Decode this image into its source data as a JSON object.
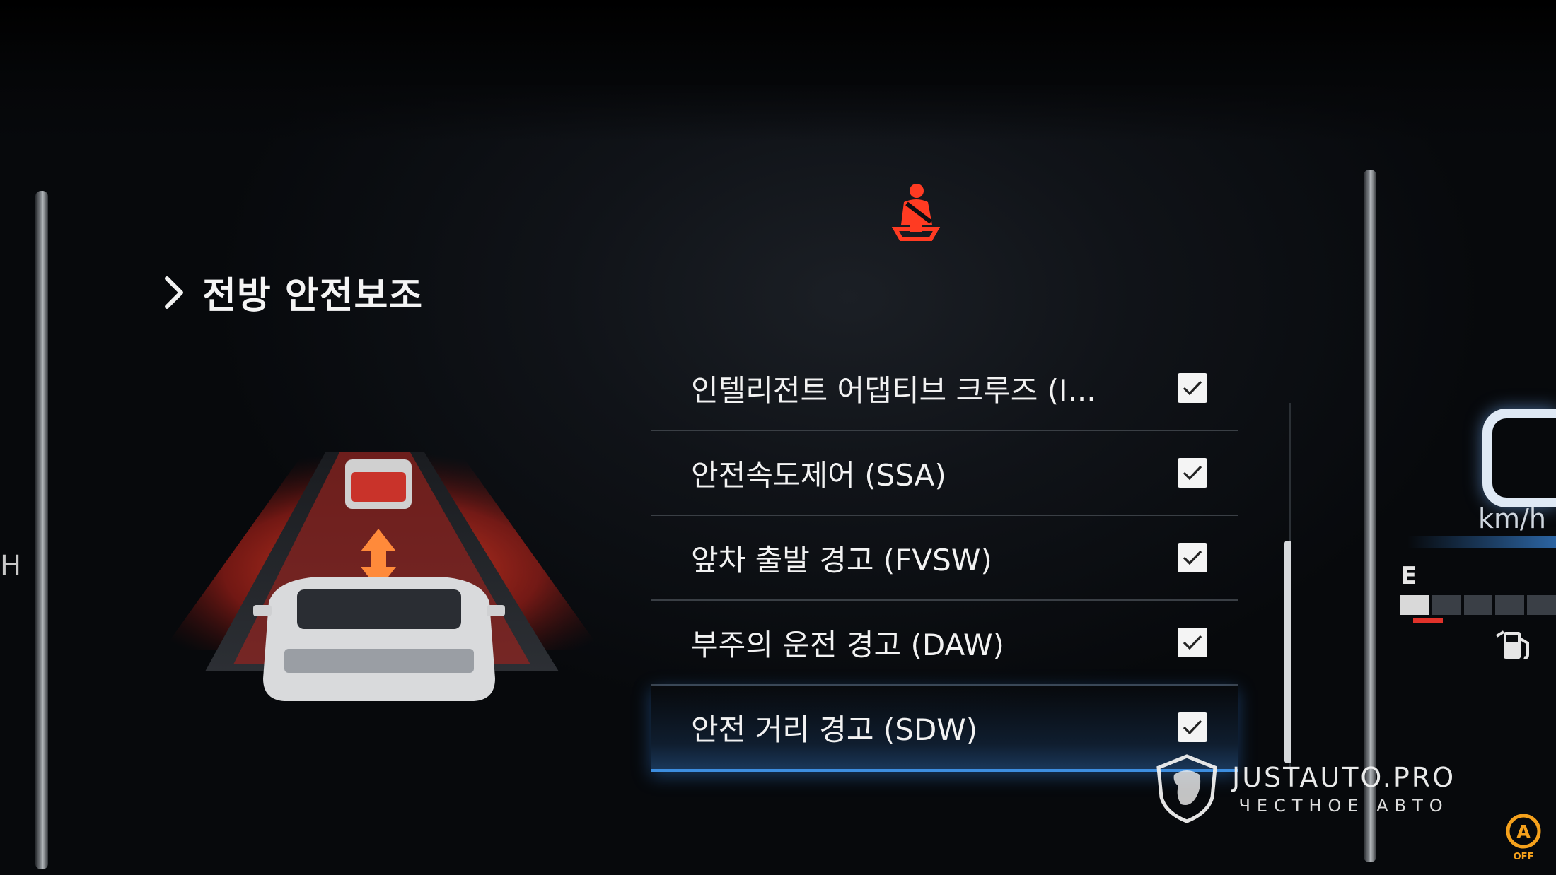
{
  "header": {
    "title": "전방 안전보조",
    "seatbelt_icon": "seatbelt-warning-icon",
    "chevron_icon": "chevron-right-icon"
  },
  "left_edge_text": "H",
  "settings": [
    {
      "label": "인텔리전트 어댑티브 크루즈 (I...",
      "checked": true
    },
    {
      "label": "안전속도제어 (SSA)",
      "checked": true
    },
    {
      "label": "앞차 출발 경고 (FVSW)",
      "checked": true
    },
    {
      "label": "부주의 운전 경고 (DAW)",
      "checked": true
    },
    {
      "label": "안전 거리 경고 (SDW)",
      "checked": true,
      "selected": true
    }
  ],
  "gauge": {
    "speed_unit": "km/h",
    "fuel_empty_label": "E",
    "fuel_level": 0.2,
    "fuel_icon": "fuel-pump-icon",
    "auto_hold_icon": "auto-hold-off-icon"
  },
  "watermark": {
    "title": "JUSTAUTO.PRO",
    "subtitle": "ЧЕСТНОЕ АВТО"
  },
  "colors": {
    "warning_red": "#ff3b22",
    "highlight_blue": "#3d8ee0",
    "auto_hold_amber": "#f5a11c"
  }
}
